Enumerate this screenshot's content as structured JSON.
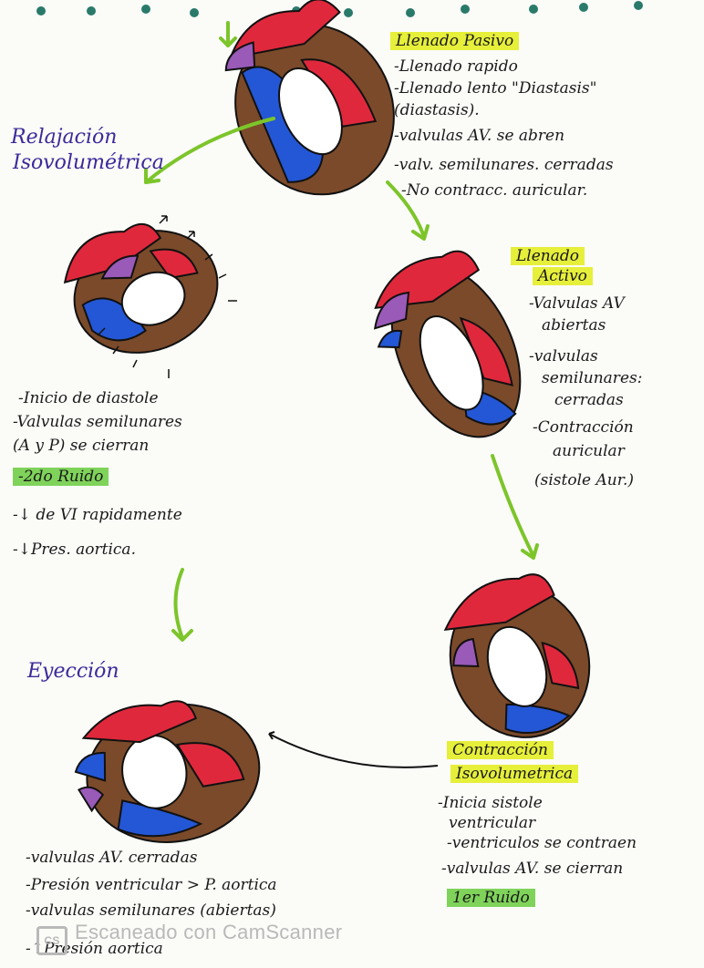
{
  "llenado_pasivo": {
    "title": "Llenado Pasivo",
    "items": [
      "-Llenado rapido",
      "-Llenado lento \"Diastasis\"",
      "(diastasis).",
      "-valvulas AV. se abren",
      "-valv. semilunares. cerradas",
      "-No contracc. auricular."
    ]
  },
  "relajacion": {
    "title_line1": "Relajación",
    "title_line2": "Isovolumétrica",
    "items": [
      "-Inicio de diastole",
      "-Valvulas semilunares",
      "(A y P) se cierran"
    ],
    "highlight": "-2do Ruido",
    "items2": [
      "-↓ de VI rapidamente",
      "-↓Pres. aortica."
    ]
  },
  "llenado_activo": {
    "title_line1": "Llenado",
    "title_line2": "Activo",
    "items": [
      "-Valvulas AV",
      "abiertas",
      "-valvulas",
      "semilunares:",
      "cerradas",
      "-Contracción",
      "auricular",
      "(sistole Aur.)"
    ]
  },
  "contraccion": {
    "title_line1": "Contracción",
    "title_line2": "Isovolumetrica",
    "items": [
      "-Inicia sistole",
      "ventricular",
      "-ventriculos se contraen",
      "-valvulas AV. se cierran"
    ],
    "highlight": "1er Ruido"
  },
  "eyeccion": {
    "title": "Eyección",
    "items": [
      "-valvulas AV. cerradas",
      "-Presión ventricular > P. aortica",
      "-valvulas semilunares (abiertas)",
      "-↑Presión aortica"
    ]
  },
  "watermark": {
    "logo": "CS",
    "text": "Escaneado con CamScanner"
  },
  "colors": {
    "red": "#e0283c",
    "blue": "#2457d6",
    "brown": "#7a4a2a",
    "purple": "#9a5ab8",
    "green_arrow": "#7cc52a"
  }
}
